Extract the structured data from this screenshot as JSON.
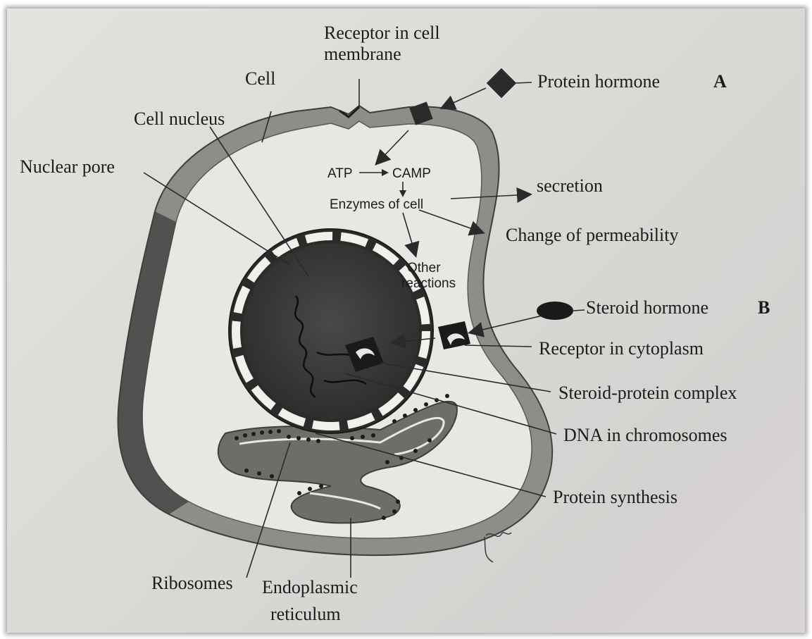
{
  "diagram": {
    "labels": {
      "receptor_in_cell_membrane_line1": "Receptor in cell",
      "receptor_in_cell_membrane_line2": "membrane",
      "cell": "Cell",
      "cell_nucleus": "Cell nucleus",
      "nuclear_pore": "Nuclear pore",
      "protein_hormone": "Protein hormone",
      "marker_a": "A",
      "atp": "ATP",
      "camp": "CAMP",
      "enzymes_of_cell": "Enzymes of cell",
      "secretion": "secretion",
      "change_of_permeability": "Change of permeability",
      "other_reactions_line1": "Other",
      "other_reactions_line2": "reactions",
      "steroid_hormone": "Steroid hormone",
      "marker_b": "B",
      "receptor_in_cytoplasm": "Receptor in cytoplasm",
      "steroid_protein_complex": "Steroid-protein complex",
      "dna_in_chromosomes": "DNA in chromosomes",
      "protein_synthesis": "Protein synthesis",
      "ribosomes": "Ribosomes",
      "endoplasmic_reticulum_line1": "Endoplasmic",
      "endoplasmic_reticulum_line2": "reticulum"
    },
    "colors": {
      "membrane": "#8c8a87",
      "membrane_dark": "#3f3e3c",
      "cytoplasm": "#e9e7e3",
      "nucleus": "#3a3938",
      "er": "#6f6d6a",
      "hormone": "#2b2b2b"
    }
  }
}
